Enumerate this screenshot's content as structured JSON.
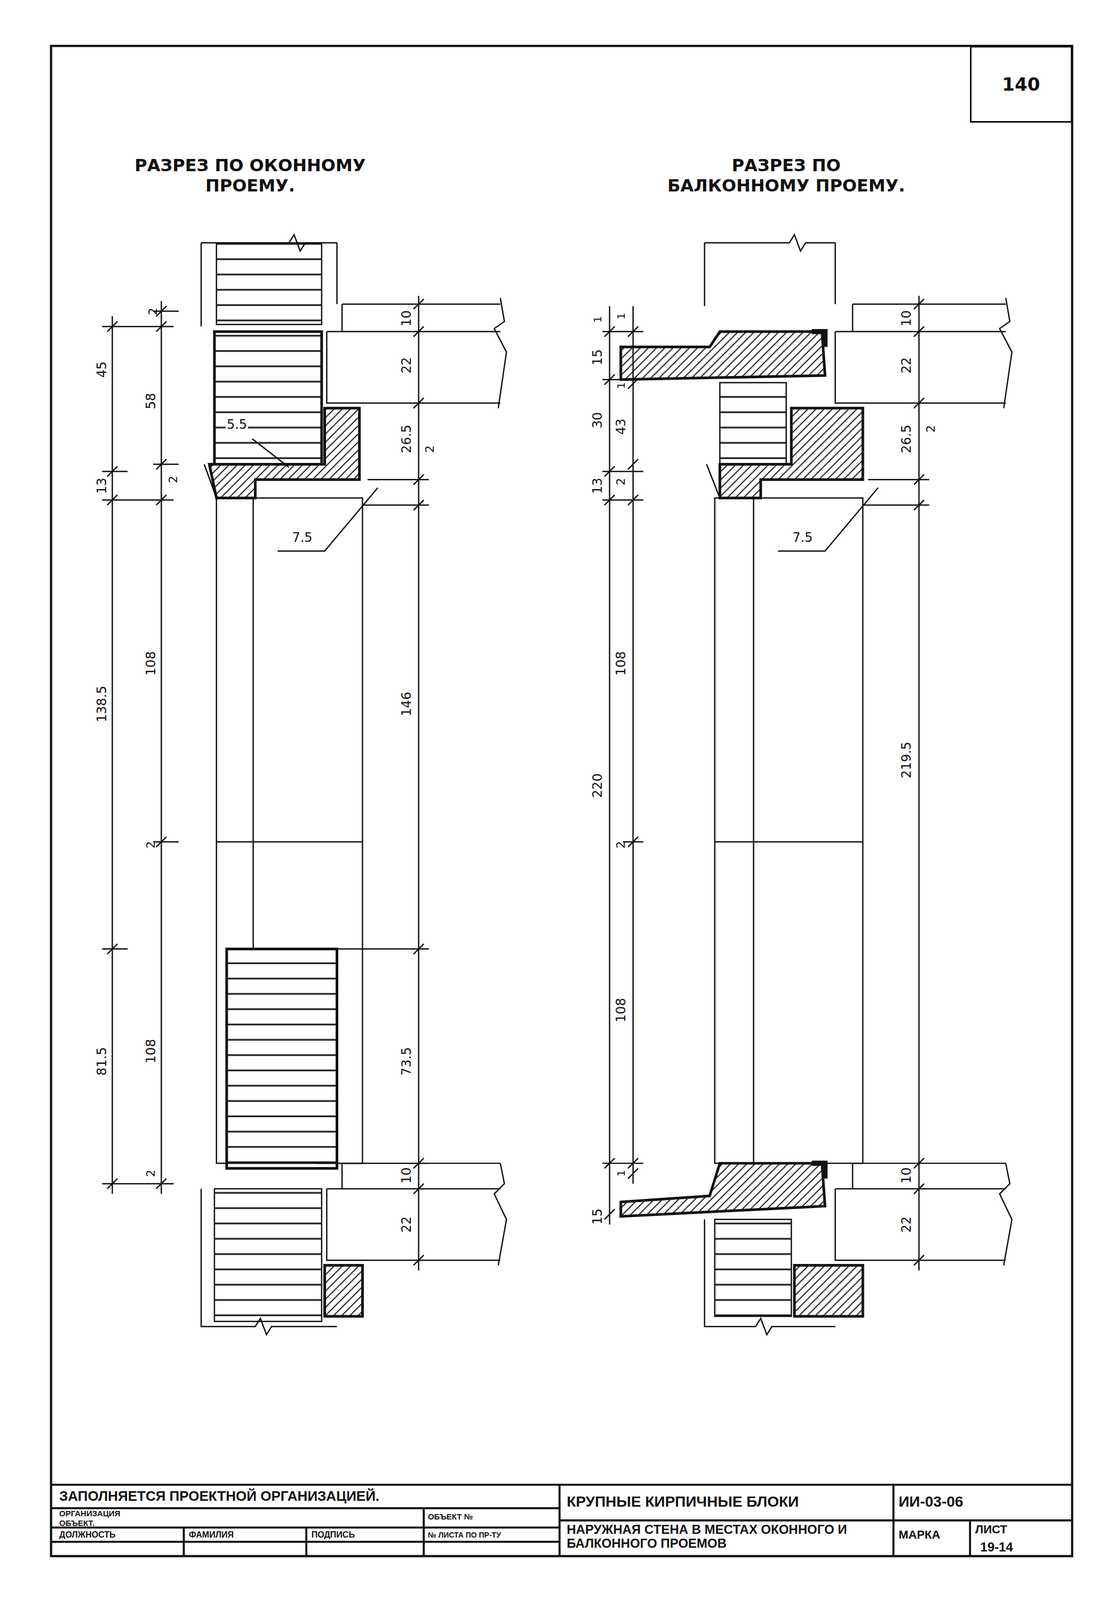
{
  "diagram": {
    "nodes": [
      {
        "text": [
          "140"
        ]
      }
    ],
    "labels": [
      "РАЗРЕЗ ПО ОКОННОМУ ПРОЕМУ.",
      "РАЗРЕЗ ПО БАЛКОННОМУ ПРОЕМУ.",
      "2",
      "45",
      "58",
      "5.5",
      "13",
      "2",
      "138.5",
      "108",
      "2",
      "81.5",
      "108",
      "2",
      "10",
      "22",
      "26.5",
      "2",
      "7.5",
      "146",
      "73.5",
      "10",
      "22",
      "1",
      "1",
      "15",
      "1",
      "30",
      "43",
      "13",
      "2",
      "108",
      "220",
      "2",
      "108",
      "1",
      "15",
      "10",
      "22",
      "26.5",
      "2",
      "7.5",
      "219.5",
      "10",
      "22",
      "ЗАПОЛНЯЕТСЯ ПРОЕКТНОЙ ОРГАНИЗАЦИЕЙ.",
      "ОРГАНИЗАЦИЯ",
      "ОБЪЕКТ.",
      "ОБЪЕКТ №",
      "ДОЛЖНОСТЬ",
      "ФАМИЛИЯ",
      "ПОДПИСЬ",
      "№ ЛИСТА ПО ПР-ТУ",
      "КРУПНЫЕ КИРПИЧНЫЕ БЛОКИ",
      "ИИ-03-06",
      "НАРУЖНАЯ СТЕНА В МЕСТАХ ОКОННОГО И БАЛКОННОГО ПРОЕМОВ",
      "МАРКА",
      "ЛИСТ",
      "19-14"
    ]
  }
}
